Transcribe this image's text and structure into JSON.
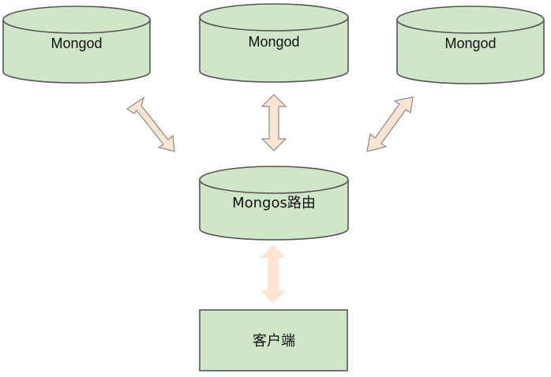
{
  "nodes": {
    "shard_left": {
      "label": "Mongod"
    },
    "shard_center": {
      "label": "Mongod"
    },
    "shard_right": {
      "label": "Mongod"
    },
    "router": {
      "label": "Mongos路由"
    },
    "client": {
      "label": "客户端"
    }
  }
}
